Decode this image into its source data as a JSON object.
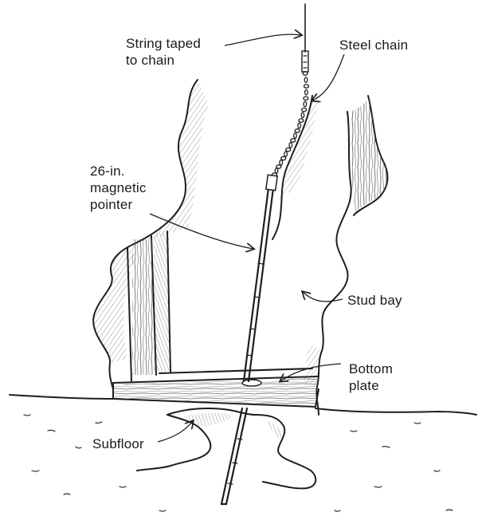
{
  "labels": {
    "string_taped": [
      "String taped",
      "to chain"
    ],
    "steel_chain": "Steel chain",
    "magnetic_pointer": [
      "26-in.",
      "magnetic",
      "pointer"
    ],
    "stud_bay": "Stud bay",
    "bottom_plate": [
      "Bottom",
      "plate"
    ],
    "subfloor": "Subfloor"
  },
  "colors": {
    "ink": "#1e1e1e",
    "paper": "#ffffff"
  }
}
